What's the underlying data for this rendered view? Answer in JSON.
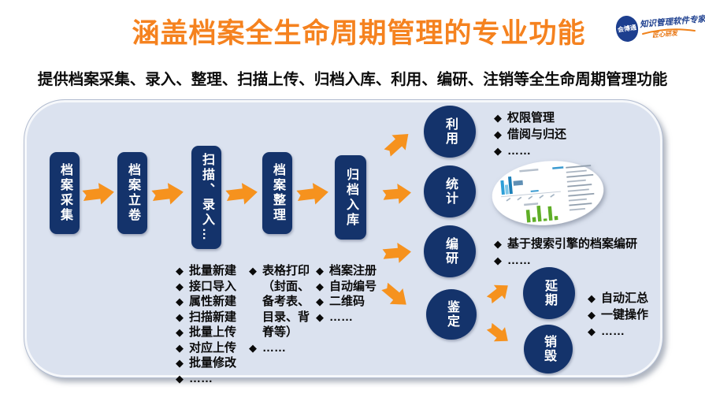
{
  "header": {
    "title": "涵盖档案全生命周期管理的专业功能",
    "subtitle": "提供档案采集、录入、整理、扫描上传、归档入库、利用、编研、注销等全生命周期管理功能",
    "logo": {
      "mark": "会博通",
      "slogan": "知识管理软件专家",
      "tagline": "匠心研发"
    }
  },
  "flow": {
    "stages": [
      "档案采集",
      "档案立卷",
      "扫描、录入…",
      "档案整理",
      "归档入库"
    ],
    "outcomes": [
      "利用",
      "统计",
      "编研",
      "鉴定"
    ],
    "appraisal": [
      "延期",
      "销毁"
    ]
  },
  "bullets": {
    "capture_entry": [
      "批量新建",
      "接口导入",
      "属性新建",
      "扫描新建",
      "批量上传",
      "对应上传",
      "批量修改",
      "……"
    ],
    "arrangement": [
      "表格打印（封面、备考表、目录、背脊等）",
      "……"
    ],
    "archiving": [
      "档案注册",
      "自动编号",
      "二维码",
      "……"
    ],
    "utilization": [
      "权限管理",
      "借阅与归还",
      "……"
    ],
    "research": [
      "基于搜索引擎的档案编研",
      "……"
    ],
    "extension": [
      "自动汇总",
      "一键操作",
      "……"
    ]
  },
  "ui": {
    "bullet": "◆"
  },
  "colors": {
    "accent_orange": "#F5821F",
    "arrow_orange": "#F6921E",
    "navy": "#14336B",
    "panel_bg": "#DBE2EF"
  }
}
